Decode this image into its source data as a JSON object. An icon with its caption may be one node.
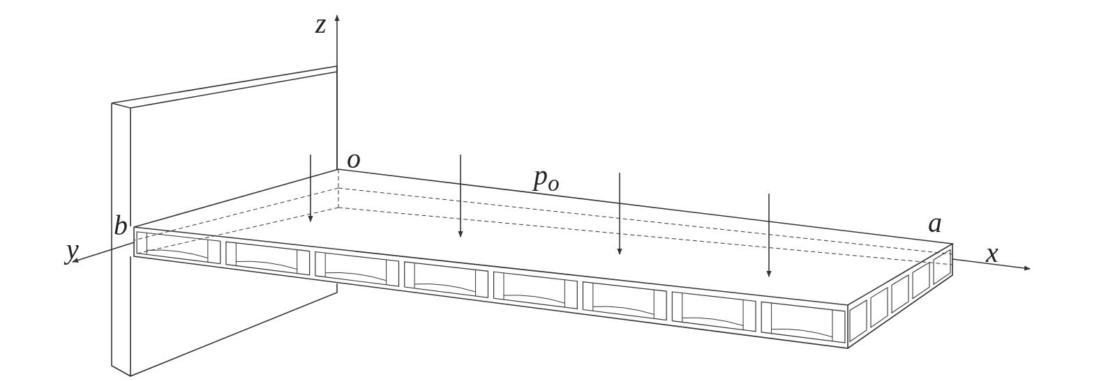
{
  "diagram": {
    "labels": [
      "z",
      "o",
      "p$_{o}$",
      "b",
      "y",
      "a",
      "x"
    ]
  }
}
